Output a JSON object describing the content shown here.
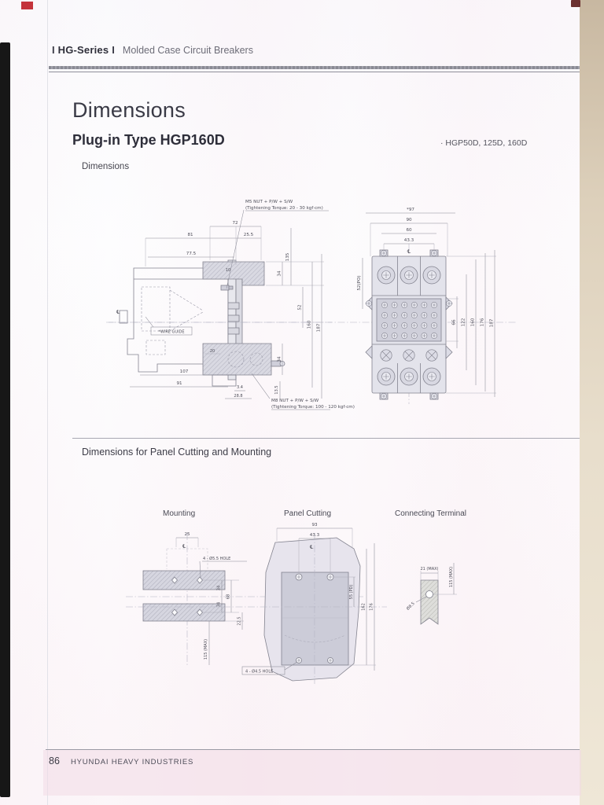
{
  "page": {
    "header": {
      "bar": "I",
      "series": "HG-Series",
      "subtitle": "Molded Case Circuit Breakers"
    },
    "title": "Dimensions",
    "product": "Plug-in Type HGP160D",
    "models_note": "· HGP50D, 125D, 160D",
    "section_dimensions": "Dimensions",
    "section_panel": "Dimensions for Panel Cutting and Mounting",
    "footer": {
      "page_number": "86",
      "company": "HYUNDAI HEAVY INDUSTRIES"
    }
  },
  "side_view": {
    "note_m5_line1": "M5 NUT + P/W + S/W",
    "note_m5_line2": "(Tightening Torque: 20 - 30 kgf·cm)",
    "note_m8_line1": "M8 NUT + P/W + S/W",
    "note_m8_line2": "(Tightening Torque: 100 - 120 kgf·cm)",
    "wire_guide": "*WIRE GUIDE",
    "cl": "℄",
    "d72": "72",
    "d81": "81",
    "d25_5": "25.5",
    "d77_5": "77.5",
    "d10": "10",
    "d135": "135",
    "d34_top": "34",
    "d52": "52",
    "d160": "160",
    "d187": "187",
    "d20": "20",
    "d34_bot": "34",
    "d107": "107",
    "d91": "91",
    "d3_4": "3.4",
    "d28_8": "28.8",
    "d13_5": "13.5"
  },
  "front_view": {
    "d97": "*97",
    "d90": "90",
    "d60": "60",
    "d43_3": "43.3",
    "cl": "℄",
    "pole_label": "52(PO)",
    "d66": "66",
    "d122": "122",
    "d160": "160",
    "d176": "176",
    "d187": "187"
  },
  "mounting": {
    "label": "Mounting",
    "d25": "25",
    "cl": "℄",
    "hole_note": "4 - Ø5.5 HOLE",
    "d34_top": "34",
    "d34_bot": "34",
    "d68": "68",
    "d22_5": "22.5",
    "d115": "115 (MAX)"
  },
  "panel_cutting": {
    "label": "Panel Cutting",
    "d93": "93",
    "d43_3": "43.3",
    "cl": "℄",
    "d55": "55 (PD)",
    "d162": "162",
    "d176": "176",
    "hole_note": "4 - Ø4.5 HOLE"
  },
  "connecting_terminal": {
    "label": "Connecting Terminal",
    "d21": "21 (MAX)",
    "d115": "115 (MAX)",
    "hole": "Ø8.5"
  }
}
